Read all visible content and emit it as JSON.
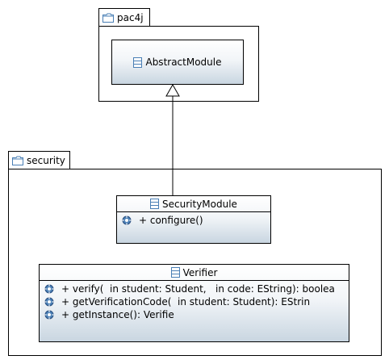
{
  "packages": [
    {
      "id": "pac4j",
      "name": "pac4j",
      "classes": [
        {
          "name": "AbstractModule",
          "operations": []
        }
      ]
    },
    {
      "id": "security",
      "name": "security",
      "classes": [
        {
          "name": "SecurityModule",
          "operations": [
            "+ configure()"
          ]
        },
        {
          "name": "Verifier",
          "operations": [
            "+ verify(  in student: Student,   in code: EString): boolea",
            "+ getVerificationCode(  in student: Student): EStrin",
            "+ getInstance(): Verifie"
          ]
        }
      ]
    }
  ],
  "relationships": [
    {
      "type": "generalization",
      "from": "SecurityModule",
      "to": "AbstractModule"
    }
  ],
  "colors": {
    "class_gradient_top": "#ffffff",
    "class_gradient_bottom": "#c9d6e1",
    "icon_blue": "#4a7fb5",
    "line": "#000000"
  }
}
